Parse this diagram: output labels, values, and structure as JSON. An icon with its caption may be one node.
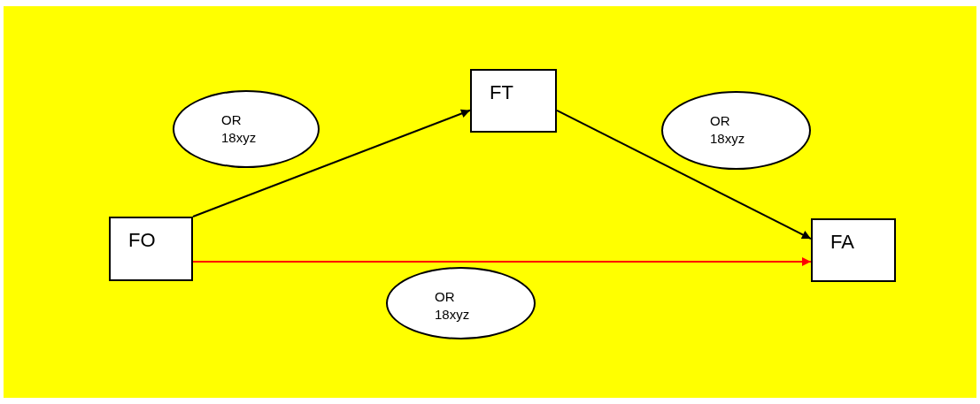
{
  "diagram": {
    "nodes": [
      {
        "text": [
          "FT"
        ]
      },
      {
        "text": [
          "OR 18xyz"
        ]
      },
      {
        "text": [
          "OR 18xyz"
        ]
      },
      {
        "text": [
          "FO"
        ]
      },
      {
        "text": [
          "FA"
        ]
      },
      {
        "text": [
          "OR 18xyz"
        ]
      }
    ],
    "edges": [
      {
        "from": 3,
        "to": 0,
        "arrow": "to"
      },
      {
        "from": 0,
        "to": 4,
        "arrow": "to"
      },
      {
        "from": 3,
        "to": 4,
        "arrow": "to",
        "color": "#ff0000"
      }
    ]
  }
}
